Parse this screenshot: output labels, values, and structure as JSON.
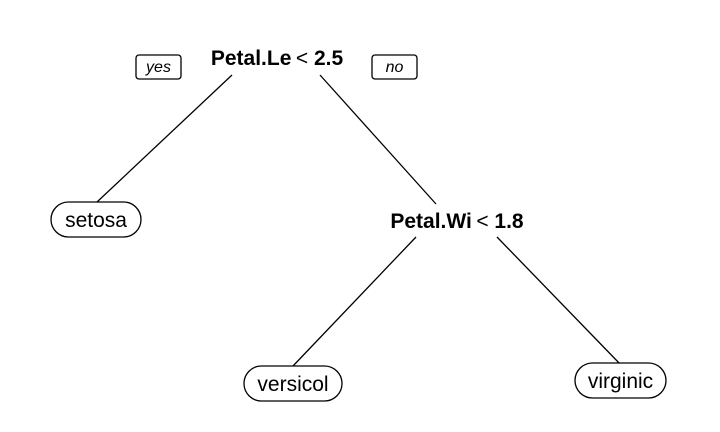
{
  "tree": {
    "root": {
      "variable": "Petal.Le",
      "operator": "<",
      "threshold": "2.5",
      "left_tag": "yes",
      "right_tag": "no"
    },
    "split2": {
      "variable": "Petal.Wi",
      "operator": "<",
      "threshold": "1.8"
    },
    "leaves": {
      "setosa": "setosa",
      "versicol": "versicol",
      "virginic": "virginic"
    }
  }
}
